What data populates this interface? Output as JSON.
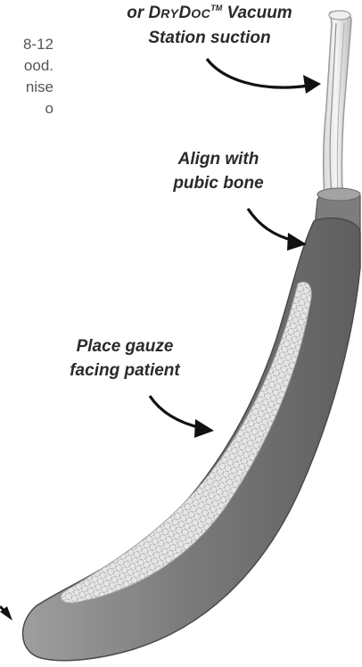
{
  "body_text": [
    "8-12",
    "ood.",
    "nise",
    "o"
  ],
  "callouts": {
    "suction": {
      "line1_prefix": "or D",
      "line1_caps1": "RY",
      "line1_mid": "D",
      "line1_caps2": "OC",
      "line1_tm": "TM",
      "line1_suffix": " Vacuum",
      "line2": "Station suction"
    },
    "pubic_bone": {
      "line1": "Align with",
      "line2": "pubic bone"
    },
    "gauze": {
      "line1": "Place gauze",
      "line2": "facing patient"
    }
  }
}
